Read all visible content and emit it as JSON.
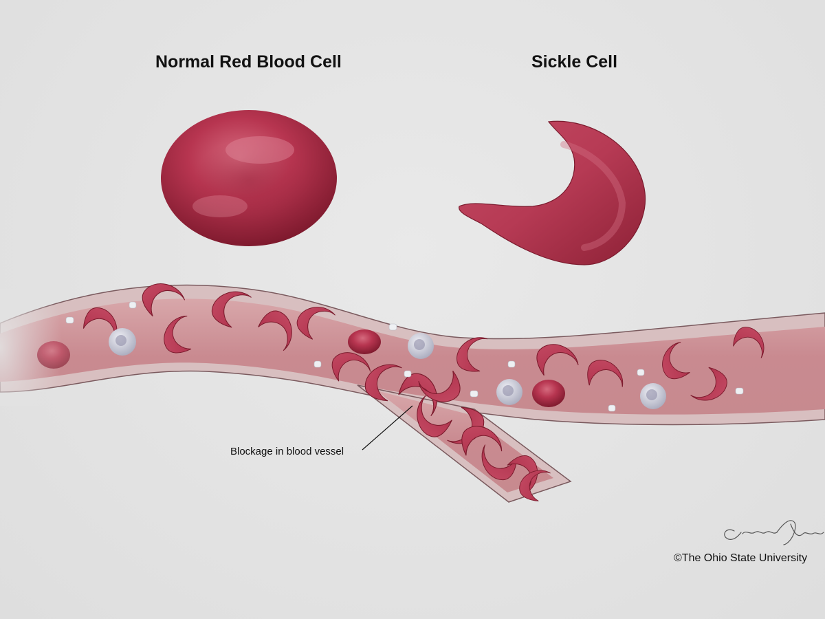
{
  "labels": {
    "normal_cell": "Normal Red Blood Cell",
    "sickle_cell": "Sickle Cell",
    "blockage": "Blockage in blood vessel"
  },
  "signature": "Courtney Fleming",
  "copyright": "©The Ohio State University",
  "colors": {
    "background": "#e3e3e3",
    "cell_red": "#b0344c",
    "cell_dark": "#8a1f33",
    "vessel_wall": "#d9bcbc",
    "vessel_lumen": "#c9898f",
    "white_cell": "#c9cad6"
  }
}
